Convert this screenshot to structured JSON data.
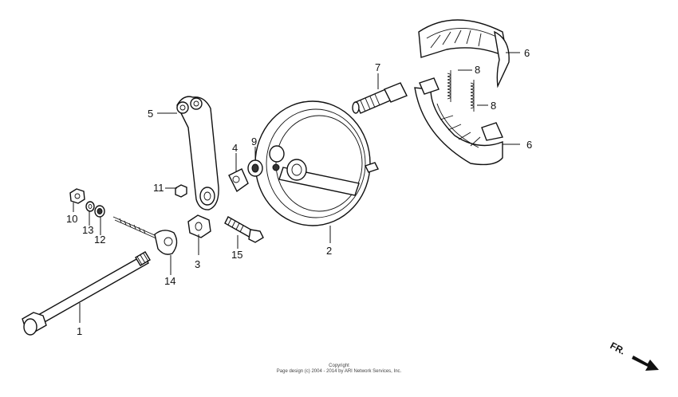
{
  "diagram": {
    "callouts": [
      "1",
      "2",
      "3",
      "4",
      "5",
      "6",
      "6",
      "7",
      "8",
      "8",
      "9",
      "10",
      "11",
      "12",
      "13",
      "14",
      "15"
    ],
    "direction_label": "FR.",
    "copyright_line1": "Copyright",
    "copyright_line2": "Page design (c) 2004 - 2014 by ARI Network Services, Inc."
  }
}
